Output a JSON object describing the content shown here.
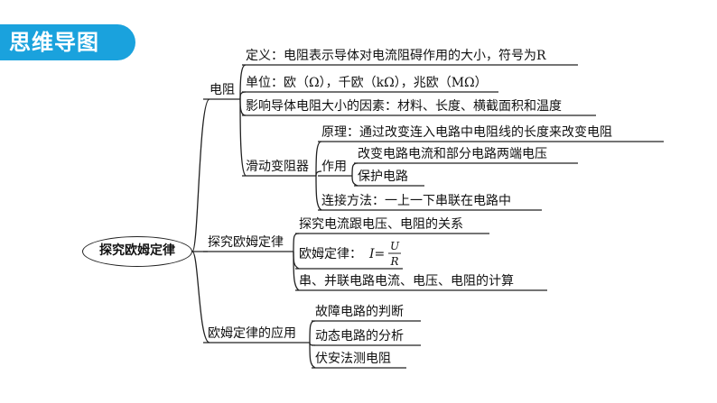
{
  "header": {
    "title": "思维导图"
  },
  "root": "探究欧姆定律",
  "branches": {
    "resistance": {
      "label": "电阻",
      "definition": "定义：电阻表示导体对电流阻碍作用的大小，符号为R",
      "unit": "单位：欧（Ω），千欧（kΩ），兆欧（MΩ）",
      "factors": "影响导体电阻大小的因素：材料、长度、横截面积和温度",
      "rheostat": {
        "label": "滑动变阻器",
        "principle": "原理：通过改变连入电路中电阻线的长度来改变电阻",
        "function_label": "作用",
        "function_1": "改变电路电流和部分电路两端电压",
        "function_2": "保护电路",
        "connection": "连接方法：一上一下串联在电路中"
      }
    },
    "explore": {
      "label": "探究欧姆定律",
      "relation": "探究电流跟电压、电阻的关系",
      "law_label": "欧姆定律：",
      "law_lhs": "I=",
      "law_num": "U",
      "law_den": "R",
      "calc": "串、并联电路电流、电压、电阻的计算"
    },
    "application": {
      "label": "欧姆定律的应用",
      "item_1": "故障电路的判断",
      "item_2": "动态电路的分析",
      "item_3": "伏安法测电阻"
    }
  },
  "colors": {
    "badge": "#1aa2dd",
    "line": "#222222"
  }
}
